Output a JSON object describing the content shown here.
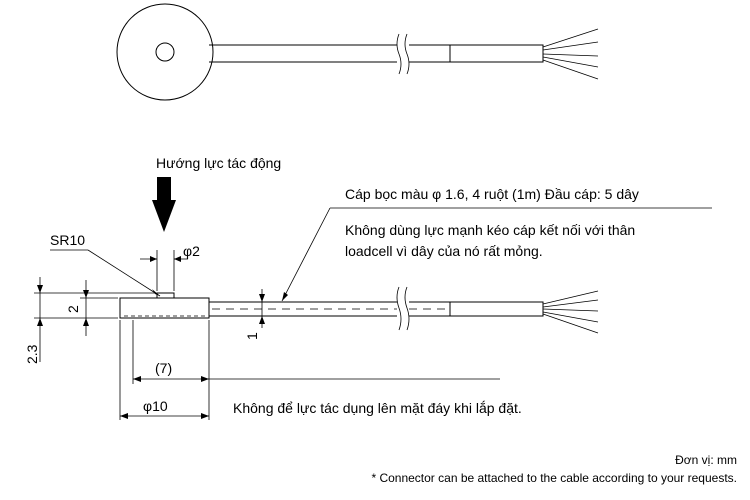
{
  "labels": {
    "force_direction": "Hướng lực tác động",
    "cable_spec": "Cáp bọc màu  φ 1.6, 4 ruột (1m) Đầu cáp: 5 dây",
    "cable_warning_line1": "Không dùng lực mạnh kéo cáp kết nối với thân",
    "cable_warning_line2": "loadcell vì dây của nó rất mỏng.",
    "bottom_warning": "Không để lực tác dụng lên mặt đáy khi lắp đặt.",
    "unit": "Đơn vị: mm",
    "connector_note": "* Connector can be attached to the cable according to your requests."
  },
  "dimensions": {
    "sphere_radius": "SR10",
    "button_diameter": "φ2",
    "height_2": "2",
    "height_2_3": "2.3",
    "cable_1": "1",
    "length_7": "(7)",
    "body_diameter": "φ10"
  }
}
